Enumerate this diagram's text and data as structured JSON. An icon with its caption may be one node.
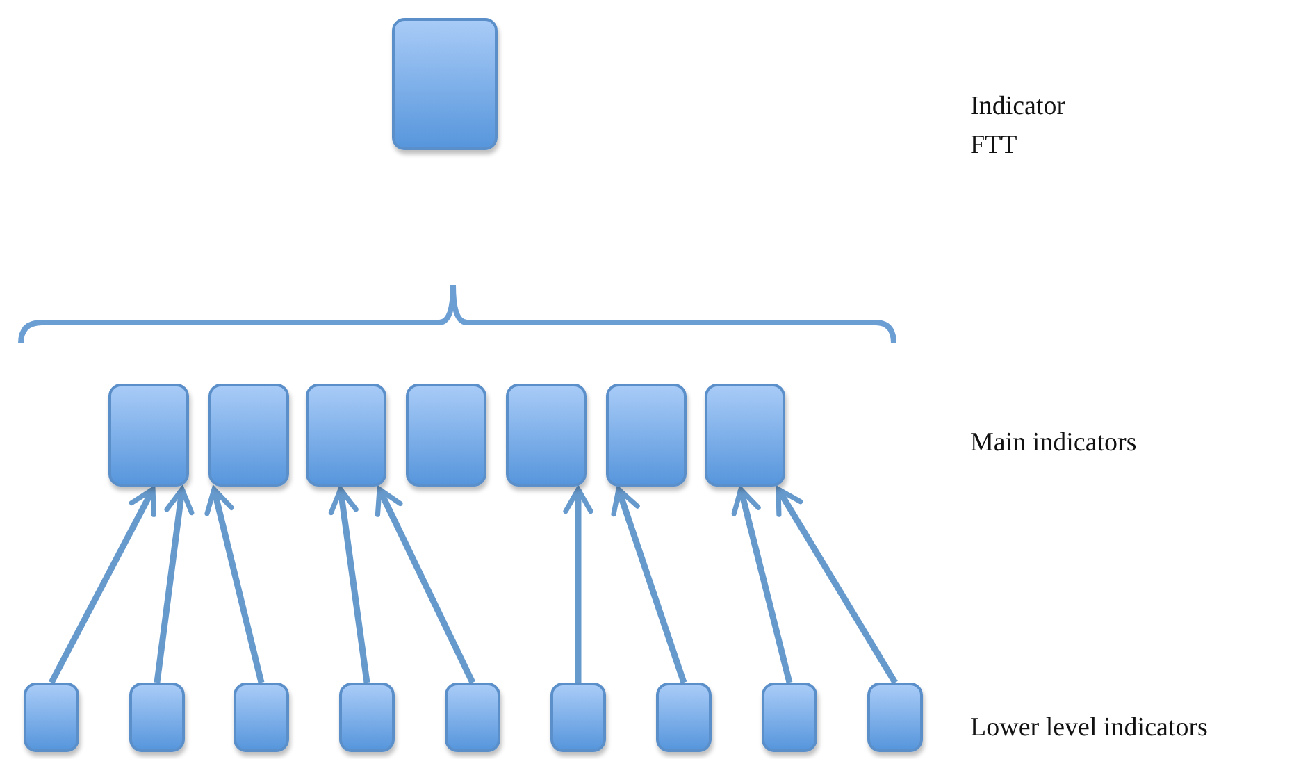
{
  "diagram": {
    "nodes": [
      {
        "text": [],
        "shape": "box"
      },
      {
        "text": [],
        "shape": "box"
      },
      {
        "text": [],
        "shape": "box"
      },
      {
        "text": [],
        "shape": "box"
      },
      {
        "text": [],
        "shape": "box"
      },
      {
        "text": [],
        "shape": "box"
      },
      {
        "text": [],
        "shape": "box"
      },
      {
        "text": [],
        "shape": "box"
      },
      {
        "text": [],
        "shape": "box"
      },
      {
        "text": [],
        "shape": "box"
      },
      {
        "text": [],
        "shape": "box"
      },
      {
        "text": [],
        "shape": "box"
      },
      {
        "text": [],
        "shape": "box"
      },
      {
        "text": [],
        "shape": "box"
      },
      {
        "text": [],
        "shape": "box"
      },
      {
        "text": [],
        "shape": "box"
      },
      {
        "text": [],
        "shape": "box"
      }
    ],
    "edges": [
      {
        "from": 8,
        "to": 1,
        "arrow": "to"
      },
      {
        "from": 9,
        "to": 1,
        "arrow": "to"
      },
      {
        "from": 10,
        "to": 2,
        "arrow": "to"
      },
      {
        "from": 11,
        "to": 3,
        "arrow": "to"
      },
      {
        "from": 12,
        "to": 3,
        "arrow": "to"
      },
      {
        "from": 13,
        "to": 5,
        "arrow": "to"
      },
      {
        "from": 14,
        "to": 6,
        "arrow": "to"
      },
      {
        "from": 15,
        "to": 7,
        "arrow": "to"
      },
      {
        "from": 16,
        "to": 7,
        "arrow": "to"
      }
    ],
    "labels": [
      "Indicator FTT",
      "Main indicators",
      "Lower level indicators"
    ]
  }
}
